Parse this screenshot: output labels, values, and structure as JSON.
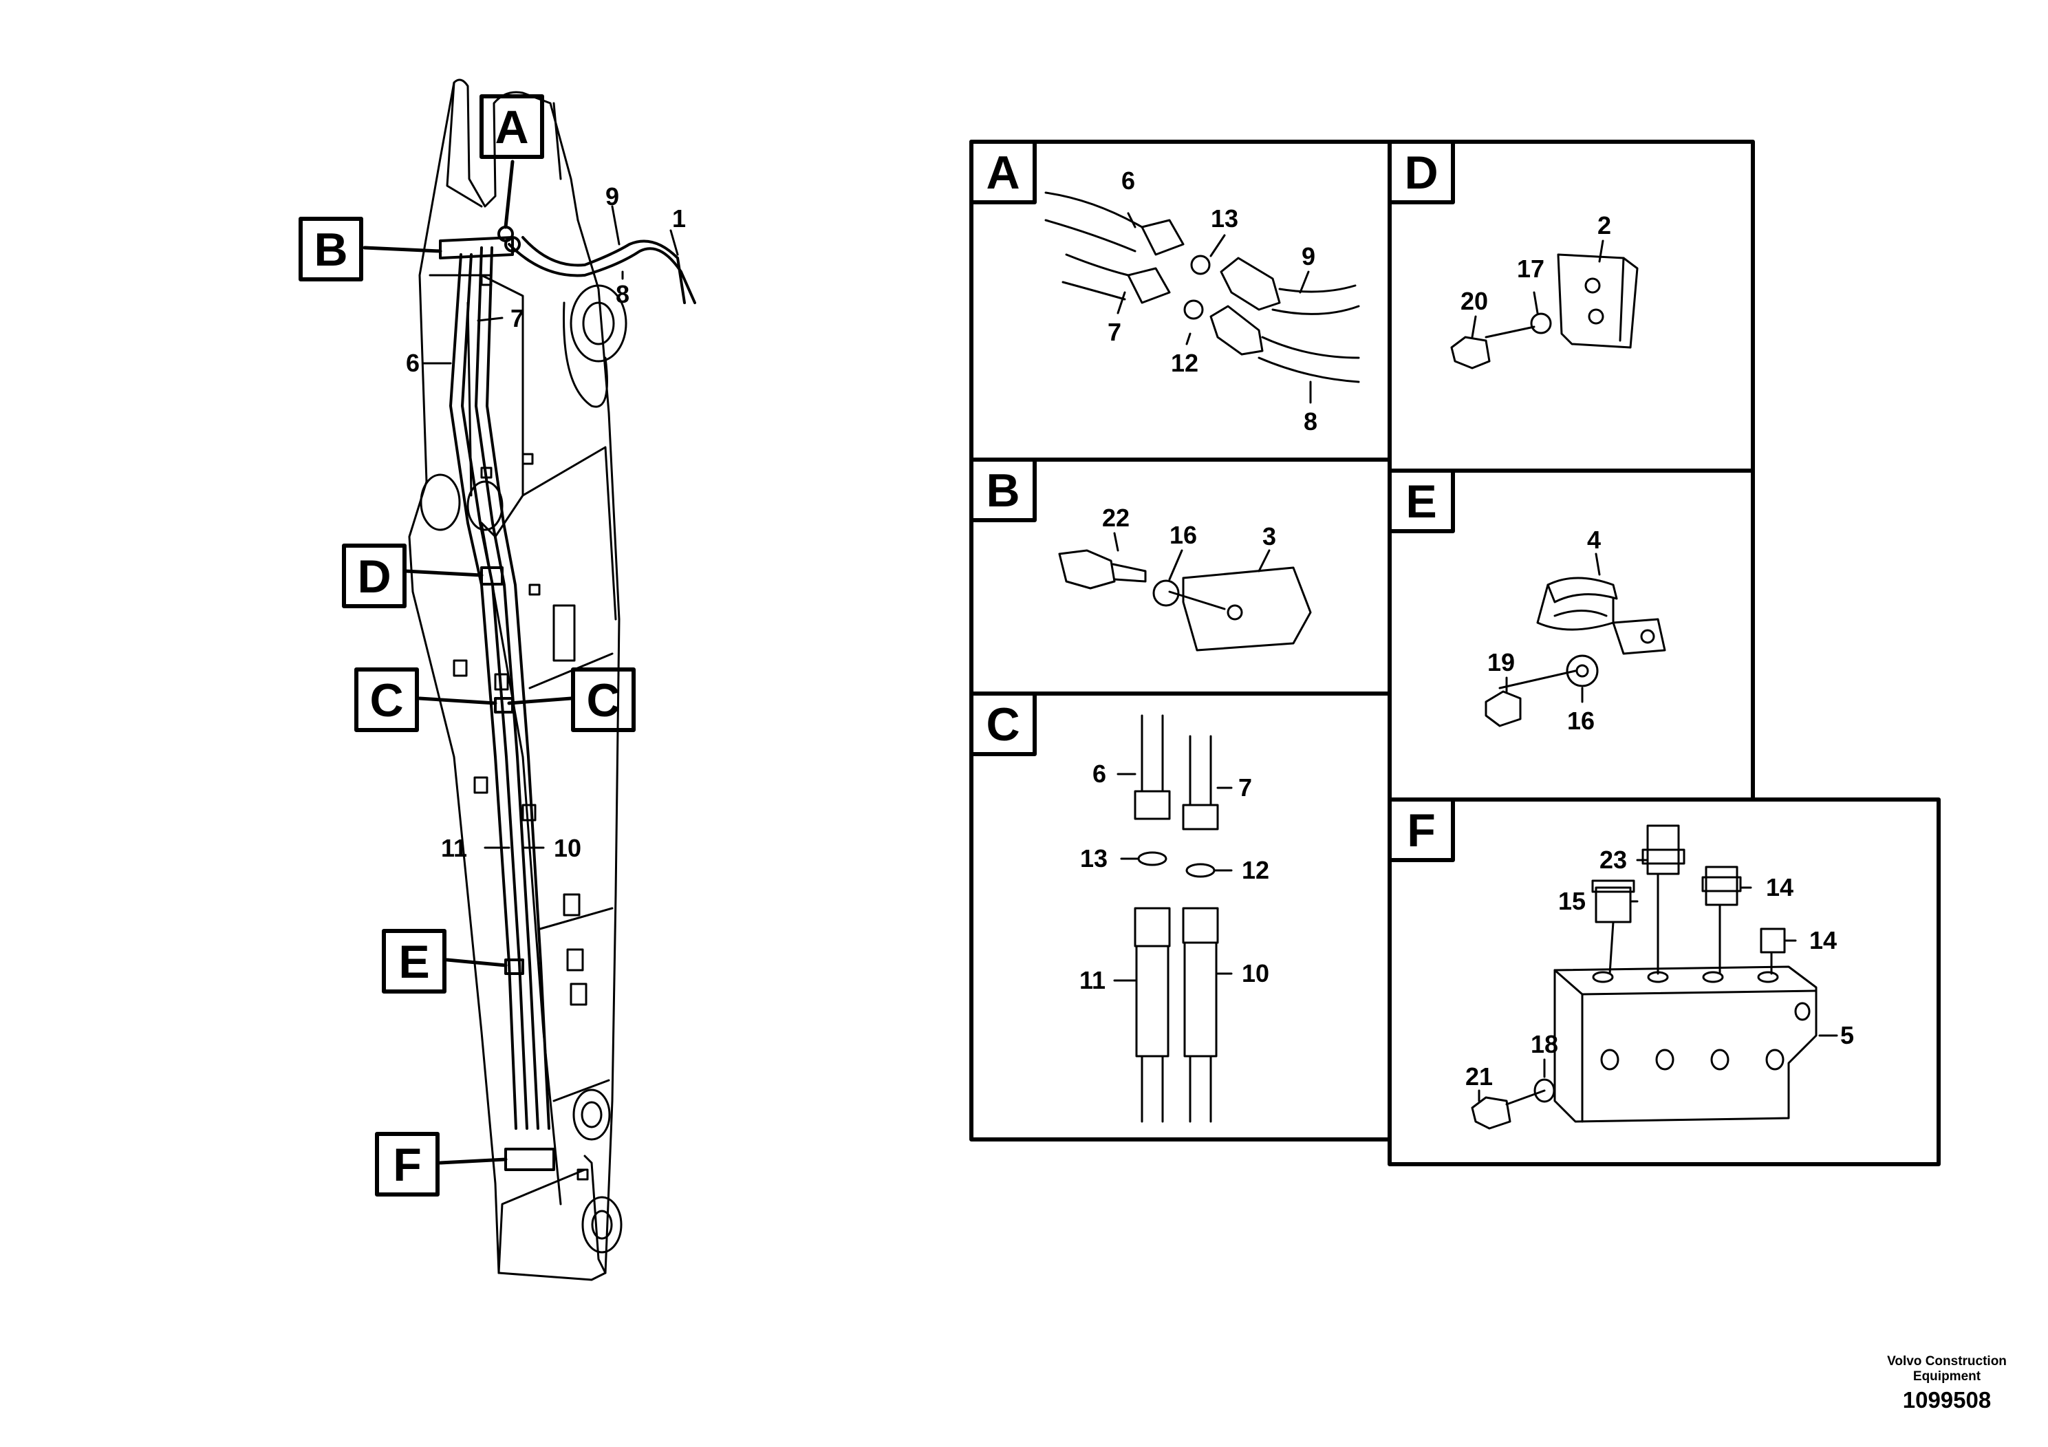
{
  "callouts": {
    "A": "A",
    "B": "B",
    "C": "C",
    "D": "D",
    "E": "E",
    "F": "F"
  },
  "boom_numbers": {
    "n1": "1",
    "n6": "6",
    "n7": "7",
    "n8": "8",
    "n9": "9",
    "n10": "10",
    "n11": "11"
  },
  "panel_A": {
    "label": "A",
    "n6": "6",
    "n7": "7",
    "n8": "8",
    "n9": "9",
    "n12": "12",
    "n13": "13"
  },
  "panel_B": {
    "label": "B",
    "n3": "3",
    "n16": "16",
    "n22": "22"
  },
  "panel_C": {
    "label": "C",
    "n6": "6",
    "n7": "7",
    "n10": "10",
    "n11": "11",
    "n12": "12",
    "n13": "13"
  },
  "panel_D": {
    "label": "D",
    "n2": "2",
    "n17": "17",
    "n20": "20"
  },
  "panel_E": {
    "label": "E",
    "n4": "4",
    "n16": "16",
    "n19": "19"
  },
  "panel_F": {
    "label": "F",
    "n5": "5",
    "n14a": "14",
    "n14b": "14",
    "n15": "15",
    "n18": "18",
    "n21": "21",
    "n23": "23"
  },
  "footer": {
    "company_line1": "Volvo Construction",
    "company_line2": "Equipment",
    "figure_id": "1099508"
  }
}
